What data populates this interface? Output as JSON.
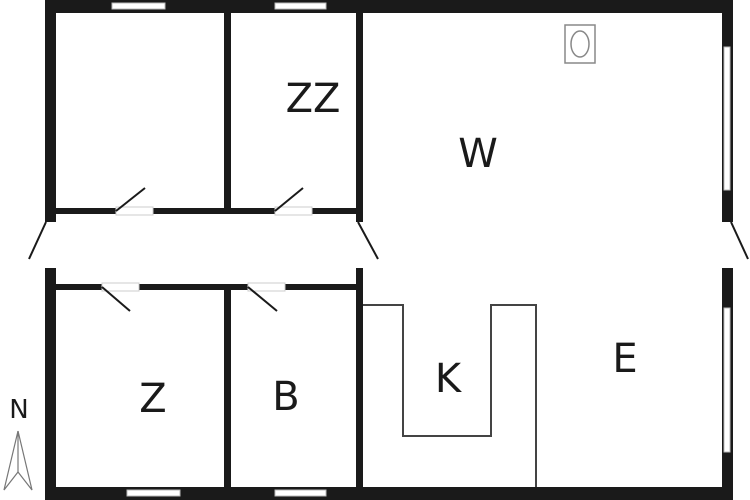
{
  "rooms": {
    "bedroom_upper_small": "ZZ",
    "living": "W",
    "kitchen": "K",
    "dining": "E",
    "bedroom_lower": "Z",
    "bathroom": "B"
  },
  "compass": {
    "label": "N"
  },
  "colors": {
    "wall": "#1a1a1a",
    "background": "#ffffff"
  }
}
